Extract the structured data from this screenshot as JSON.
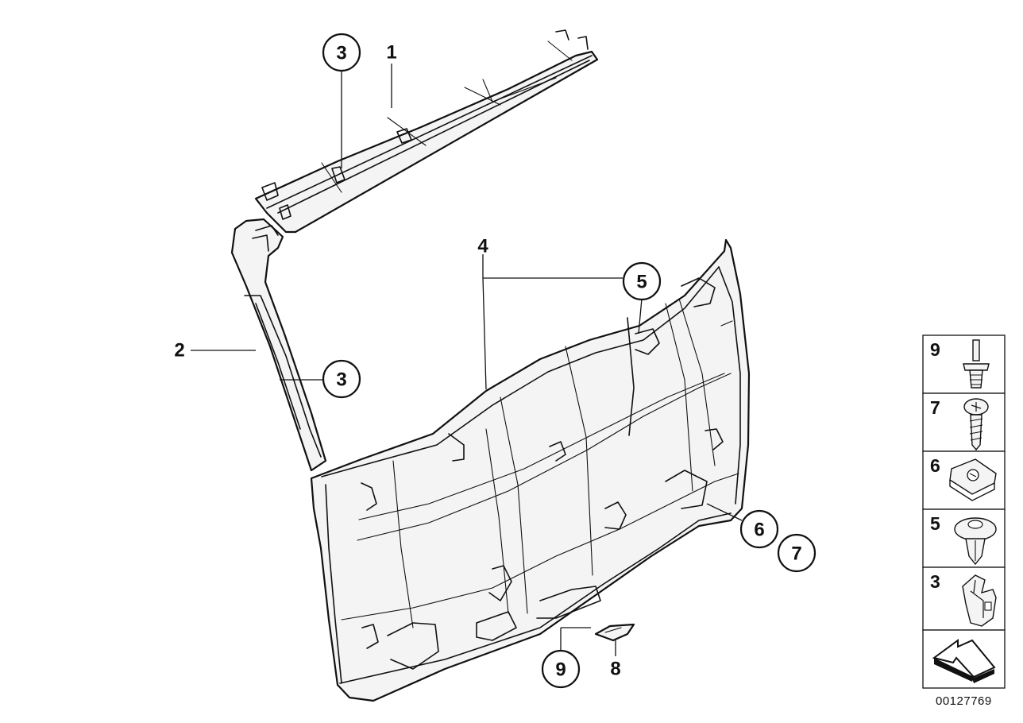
{
  "diagram": {
    "callouts": {
      "c3_top": "3",
      "c3_mid": "3",
      "c5": "5",
      "c6": "6",
      "c7": "7",
      "c9": "9"
    },
    "labels": {
      "l1": "1",
      "l2": "2",
      "l4": "4",
      "l8": "8"
    },
    "legend": [
      {
        "number": "9",
        "icon": "rivet-icon"
      },
      {
        "number": "7",
        "icon": "screw-icon"
      },
      {
        "number": "6",
        "icon": "clip-nut-icon"
      },
      {
        "number": "5",
        "icon": "expanding-rivet-icon"
      },
      {
        "number": "3",
        "icon": "clip-icon"
      },
      {
        "number": "",
        "icon": "direction-arrow-icon"
      }
    ],
    "diagram_code": "00127769"
  }
}
